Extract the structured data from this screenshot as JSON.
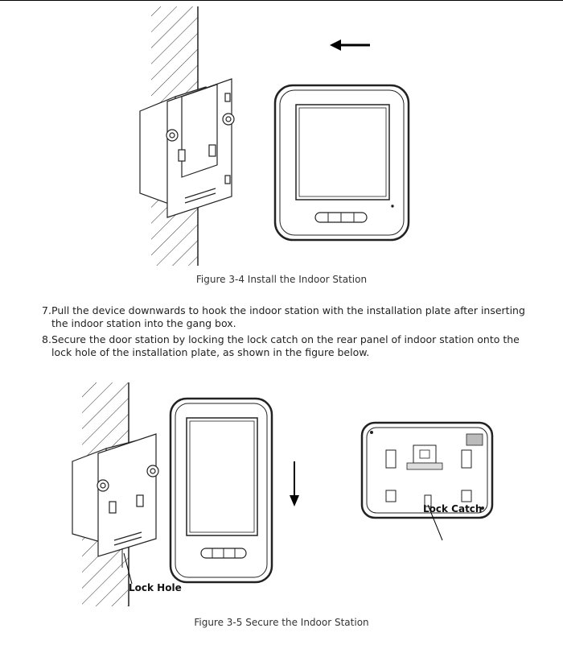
{
  "figure1": {
    "caption": "Figure 3-4 Install the Indoor Station"
  },
  "steps": [
    {
      "number": "7.",
      "text": "Pull the device downwards to hook the indoor station with the installation plate after inserting the indoor station into the gang box."
    },
    {
      "number": "8.",
      "text": "Secure the door station by locking the lock catch on the rear panel of indoor station onto the lock hole of the installation plate, as shown in the figure below."
    }
  ],
  "figure2": {
    "caption": "Figure 3-5 Secure the Indoor Station",
    "label_lock_hole": "Lock Hole",
    "label_lock_catch": "Lock Catch"
  }
}
